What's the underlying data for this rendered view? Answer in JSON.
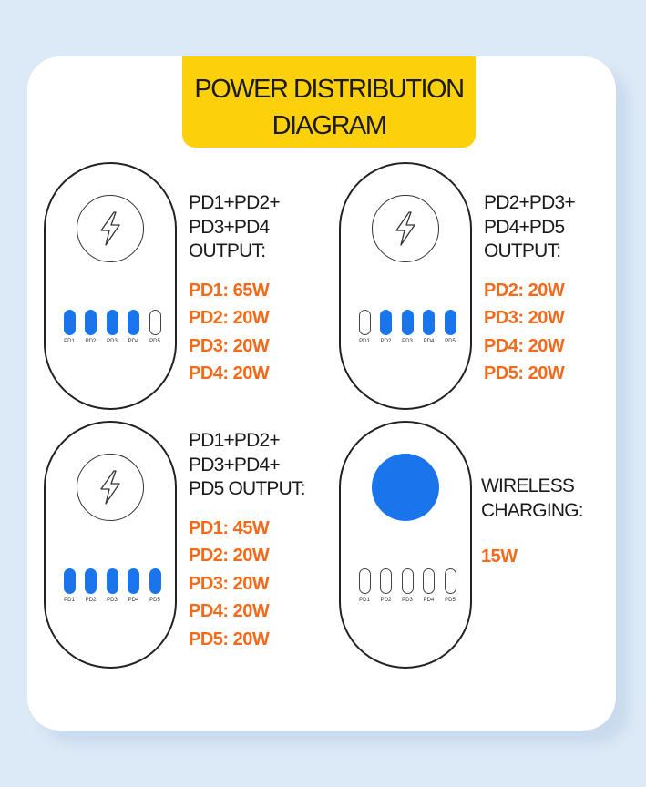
{
  "title": [
    "POWER DISTRIBUTION",
    "DIAGRAM"
  ],
  "colors": {
    "accent_blue": "#1a74ec",
    "orange": "#f46a1b",
    "banner_yellow": "#fcd00b"
  },
  "port_labels": [
    "PD1",
    "PD2",
    "PD3",
    "PD4",
    "PD5"
  ],
  "panels": [
    {
      "id": "pd1-4",
      "wireless_active": false,
      "ports_on": [
        true,
        true,
        true,
        true,
        false
      ],
      "heading": [
        "PD1+PD2+",
        "PD3+PD4",
        "OUTPUT:"
      ],
      "outputs": [
        "PD1: 65W",
        "PD2: 20W",
        "PD3: 20W",
        "PD4: 20W"
      ]
    },
    {
      "id": "pd2-5",
      "wireless_active": false,
      "ports_on": [
        false,
        true,
        true,
        true,
        true
      ],
      "heading": [
        "PD2+PD3+",
        "PD4+PD5",
        "OUTPUT:"
      ],
      "outputs": [
        "PD2: 20W",
        "PD3: 20W",
        "PD4: 20W",
        "PD5: 20W"
      ]
    },
    {
      "id": "pd1-5",
      "wireless_active": false,
      "ports_on": [
        true,
        true,
        true,
        true,
        true
      ],
      "heading": [
        "PD1+PD2+",
        "PD3+PD4+",
        "PD5 OUTPUT:"
      ],
      "outputs": [
        "PD1: 45W",
        "PD2: 20W",
        "PD3: 20W",
        "PD4: 20W",
        "PD5: 20W"
      ]
    },
    {
      "id": "wireless",
      "wireless_active": true,
      "ports_on": [
        false,
        false,
        false,
        false,
        false
      ],
      "heading": [
        "WIRELESS",
        "CHARGING:"
      ],
      "outputs": [
        "15W"
      ]
    }
  ]
}
